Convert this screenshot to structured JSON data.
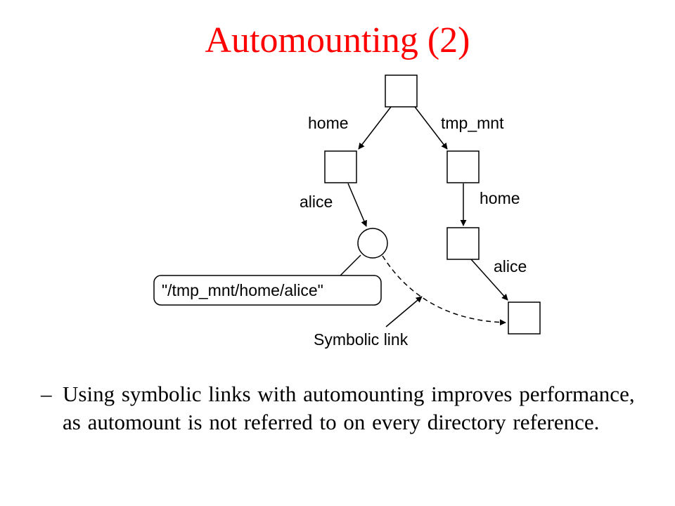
{
  "slide": {
    "title": "Automounting (2)"
  },
  "diagram": {
    "labels": {
      "edge_home": "home",
      "edge_tmp_mnt": "tmp_mnt",
      "edge_alice_left": "alice",
      "edge_home_right": "home",
      "edge_alice_right": "alice",
      "symlink_target": "\"/tmp_mnt/home/alice\"",
      "symbolic_link": "Symbolic link"
    }
  },
  "bullet": {
    "marker": "–",
    "text": "Using symbolic links with automounting improves performance, as automount is not referred to on every directory reference."
  }
}
